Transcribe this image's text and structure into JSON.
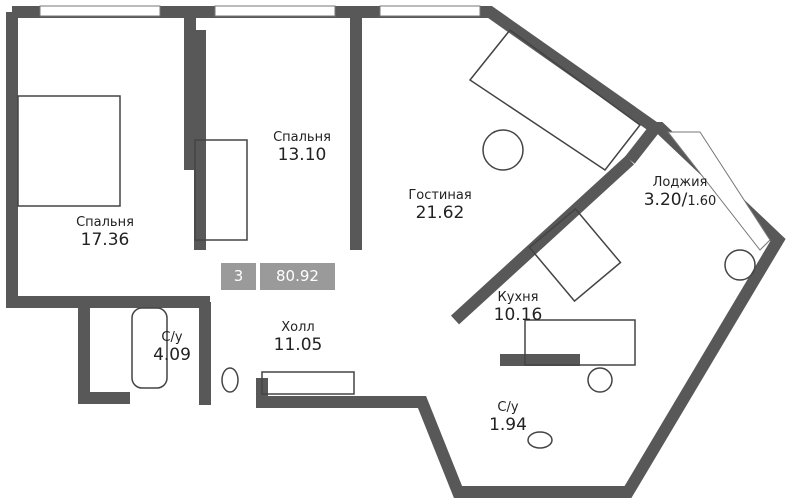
{
  "plan": {
    "rooms_count": "3",
    "total_area": "80.92",
    "rooms": [
      {
        "name": "Спальня",
        "area": "17.36"
      },
      {
        "name": "Спальня",
        "area": "13.10"
      },
      {
        "name": "Гостиная",
        "area": "21.62"
      },
      {
        "name": "Лоджия",
        "area": "3.20/",
        "area_alt": "1.60"
      },
      {
        "name": "Кухня",
        "area": "10.16"
      },
      {
        "name": "Холл",
        "area": "11.05"
      },
      {
        "name": "С/у",
        "area": "4.09"
      },
      {
        "name": "С/у",
        "area": "1.94"
      }
    ]
  },
  "colors": {
    "wall": "#585858",
    "badge": "#9a9a9a",
    "furniture": "#444444"
  }
}
